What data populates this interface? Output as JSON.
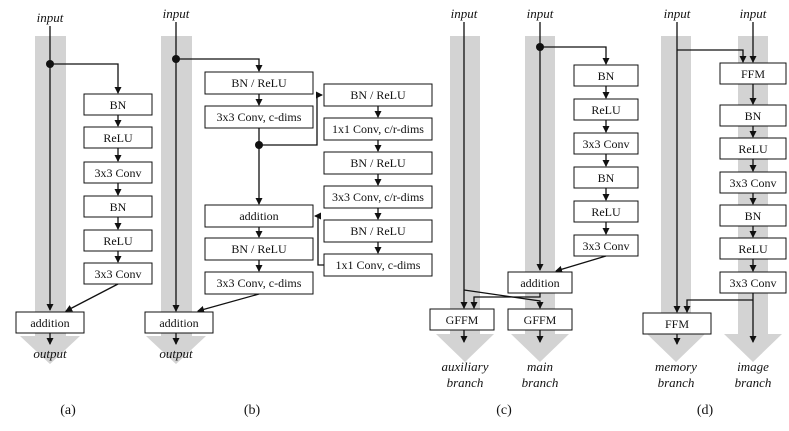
{
  "io": {
    "input": "input",
    "output": "output"
  },
  "panel_a": {
    "caption": "(a)",
    "blocks": [
      "BN",
      "ReLU",
      "3x3 Conv",
      "BN",
      "ReLU",
      "3x3 Conv"
    ],
    "addition": "addition"
  },
  "panel_b": {
    "caption": "(b)",
    "left_blocks": [
      "BN / ReLU",
      "3x3 Conv, c-dims"
    ],
    "addition": "addition",
    "after_add": [
      "BN / ReLU",
      "3x3 Conv, c-dims"
    ],
    "right_blocks": [
      "BN / ReLU",
      "1x1 Conv, c/r-dims",
      "BN / ReLU",
      "3x3 Conv, c/r-dims",
      "BN / ReLU",
      "1x1 Conv, c-dims"
    ]
  },
  "panel_c": {
    "caption": "(c)",
    "blocks": [
      "BN",
      "ReLU",
      "3x3 Conv",
      "BN",
      "ReLU",
      "3x3 Conv"
    ],
    "addition": "addition",
    "fusion_left": "GFFM",
    "fusion_right": "GFFM",
    "branch_left": [
      "auxiliary",
      "branch"
    ],
    "branch_right": [
      "main",
      "branch"
    ]
  },
  "panel_d": {
    "caption": "(d)",
    "blocks": [
      "FFM",
      "BN",
      "ReLU",
      "3x3 Conv",
      "BN",
      "ReLU",
      "3x3 Conv"
    ],
    "fusion": "FFM",
    "branch_left": [
      "memory",
      "branch"
    ],
    "branch_right": [
      "image",
      "branch"
    ]
  },
  "colors": {
    "bar": "#d3d3d3",
    "line": "#111111"
  }
}
